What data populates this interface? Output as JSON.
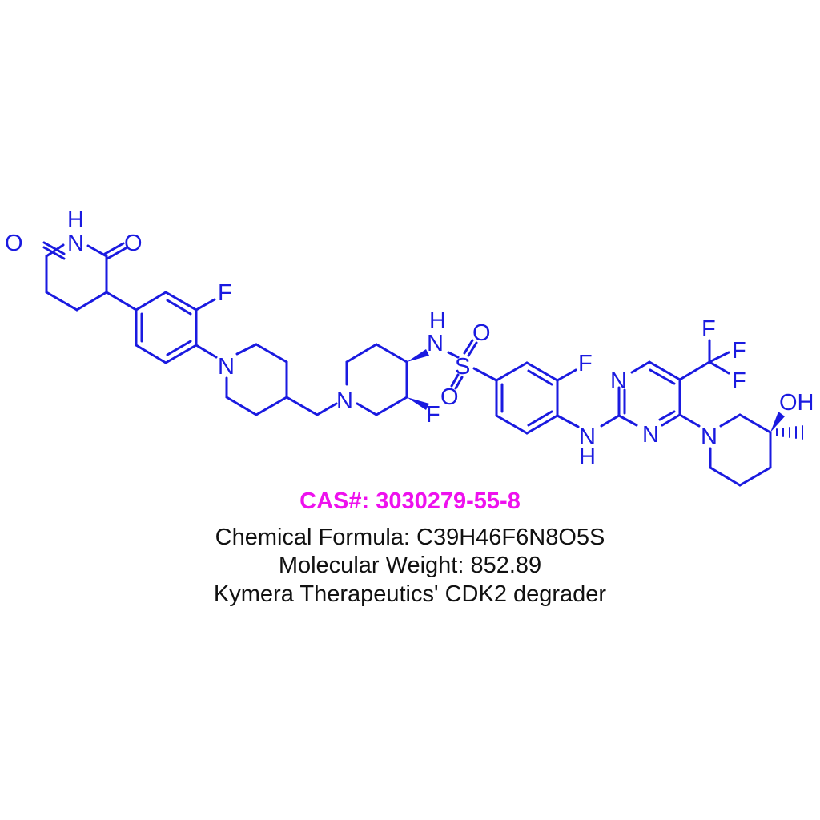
{
  "molecule": {
    "atoms": {
      "glutarimide_NH_H": "H",
      "glutarimide_N": "N",
      "glutarimide_O_left": "O",
      "glutarimide_O_right": "O",
      "aryl1_F": "F",
      "pip1_N": "N",
      "pip2_N": "N",
      "pip2_F": "F",
      "sulfonamide_N": "N",
      "sulfonamide_H": "H",
      "sulfonyl_S": "S",
      "sulfonyl_O_top": "O",
      "sulfonyl_O_bottom": "O",
      "aryl2_F": "F",
      "aniline_N": "N",
      "aniline_H": "H",
      "pyrimidine_N_top": "N",
      "pyrimidine_N_bottom": "N",
      "cf3_F1": "F",
      "cf3_F2": "F",
      "cf3_F3": "F",
      "pip3_N": "N",
      "hydroxyl_OH": "OH"
    },
    "color": "#1a1ae0"
  },
  "caption": {
    "cas": "CAS#: 3030279-55-8",
    "formula": "Chemical Formula: C39H46F6N8O5S",
    "molecular_weight": "Molecular Weight: 852.89",
    "description": "Kymera Therapeutics' CDK2 degrader",
    "cas_color": "#ee11ee",
    "text_color": "#111111"
  }
}
